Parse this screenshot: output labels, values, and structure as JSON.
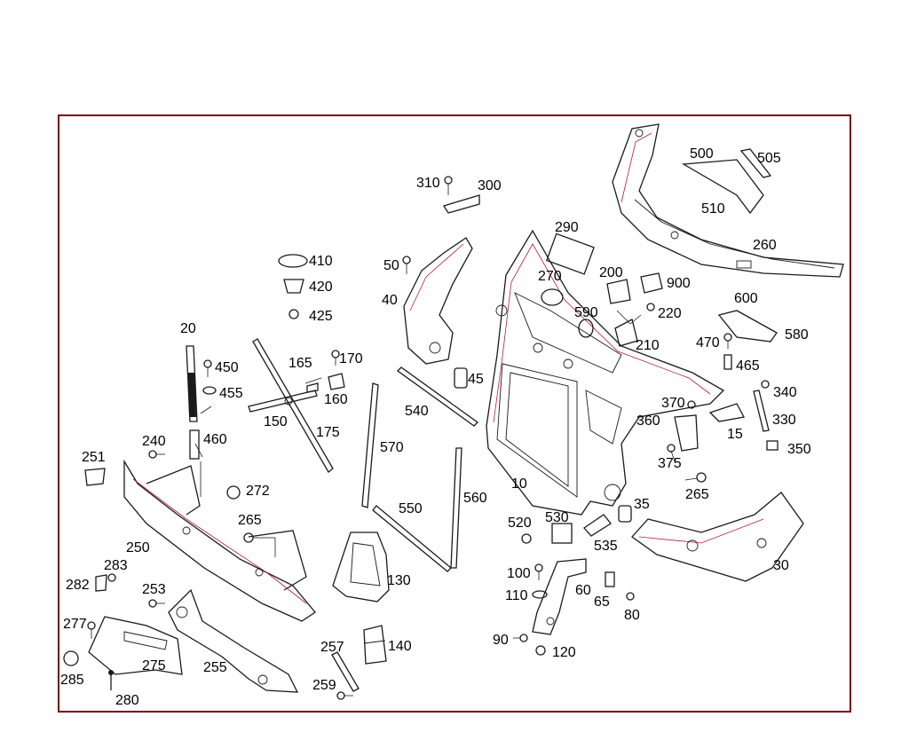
{
  "frame_color": "#7a0019",
  "accent_color": "#b0203a",
  "callouts": [
    {
      "id": "c10",
      "text": "10"
    },
    {
      "id": "c15",
      "text": "15"
    },
    {
      "id": "c20",
      "text": "20"
    },
    {
      "id": "c30",
      "text": "30"
    },
    {
      "id": "c35",
      "text": "35"
    },
    {
      "id": "c40",
      "text": "40"
    },
    {
      "id": "c45",
      "text": "45"
    },
    {
      "id": "c50",
      "text": "50"
    },
    {
      "id": "c60",
      "text": "60"
    },
    {
      "id": "c65",
      "text": "65"
    },
    {
      "id": "c80",
      "text": "80"
    },
    {
      "id": "c90",
      "text": "90"
    },
    {
      "id": "c100",
      "text": "100"
    },
    {
      "id": "c110",
      "text": "110"
    },
    {
      "id": "c120",
      "text": "120"
    },
    {
      "id": "c130",
      "text": "130"
    },
    {
      "id": "c140",
      "text": "140"
    },
    {
      "id": "c150",
      "text": "150"
    },
    {
      "id": "c160",
      "text": "160"
    },
    {
      "id": "c165",
      "text": "165"
    },
    {
      "id": "c170",
      "text": "170"
    },
    {
      "id": "c175",
      "text": "175"
    },
    {
      "id": "c200",
      "text": "200"
    },
    {
      "id": "c210",
      "text": "210"
    },
    {
      "id": "c220",
      "text": "220"
    },
    {
      "id": "c240",
      "text": "240"
    },
    {
      "id": "c250",
      "text": "250"
    },
    {
      "id": "c251",
      "text": "251"
    },
    {
      "id": "c253",
      "text": "253"
    },
    {
      "id": "c255",
      "text": "255"
    },
    {
      "id": "c257",
      "text": "257"
    },
    {
      "id": "c259",
      "text": "259"
    },
    {
      "id": "c260",
      "text": "260"
    },
    {
      "id": "c265a",
      "text": "265"
    },
    {
      "id": "c265b",
      "text": "265"
    },
    {
      "id": "c270",
      "text": "270"
    },
    {
      "id": "c272",
      "text": "272"
    },
    {
      "id": "c275",
      "text": "275"
    },
    {
      "id": "c277",
      "text": "277"
    },
    {
      "id": "c280",
      "text": "280"
    },
    {
      "id": "c282",
      "text": "282"
    },
    {
      "id": "c283",
      "text": "283"
    },
    {
      "id": "c285",
      "text": "285"
    },
    {
      "id": "c290",
      "text": "290"
    },
    {
      "id": "c300",
      "text": "300"
    },
    {
      "id": "c310",
      "text": "310"
    },
    {
      "id": "c330",
      "text": "330"
    },
    {
      "id": "c340",
      "text": "340"
    },
    {
      "id": "c350",
      "text": "350"
    },
    {
      "id": "c360",
      "text": "360"
    },
    {
      "id": "c370",
      "text": "370"
    },
    {
      "id": "c375",
      "text": "375"
    },
    {
      "id": "c410",
      "text": "410"
    },
    {
      "id": "c420",
      "text": "420"
    },
    {
      "id": "c425",
      "text": "425"
    },
    {
      "id": "c450",
      "text": "450"
    },
    {
      "id": "c455",
      "text": "455"
    },
    {
      "id": "c460",
      "text": "460"
    },
    {
      "id": "c465",
      "text": "465"
    },
    {
      "id": "c470",
      "text": "470"
    },
    {
      "id": "c500",
      "text": "500"
    },
    {
      "id": "c505",
      "text": "505"
    },
    {
      "id": "c510",
      "text": "510"
    },
    {
      "id": "c520",
      "text": "520"
    },
    {
      "id": "c530",
      "text": "530"
    },
    {
      "id": "c535",
      "text": "535"
    },
    {
      "id": "c540",
      "text": "540"
    },
    {
      "id": "c550",
      "text": "550"
    },
    {
      "id": "c560",
      "text": "560"
    },
    {
      "id": "c570",
      "text": "570"
    },
    {
      "id": "c580",
      "text": "580"
    },
    {
      "id": "c590",
      "text": "590"
    },
    {
      "id": "c600",
      "text": "600"
    },
    {
      "id": "c900",
      "text": "900"
    }
  ]
}
